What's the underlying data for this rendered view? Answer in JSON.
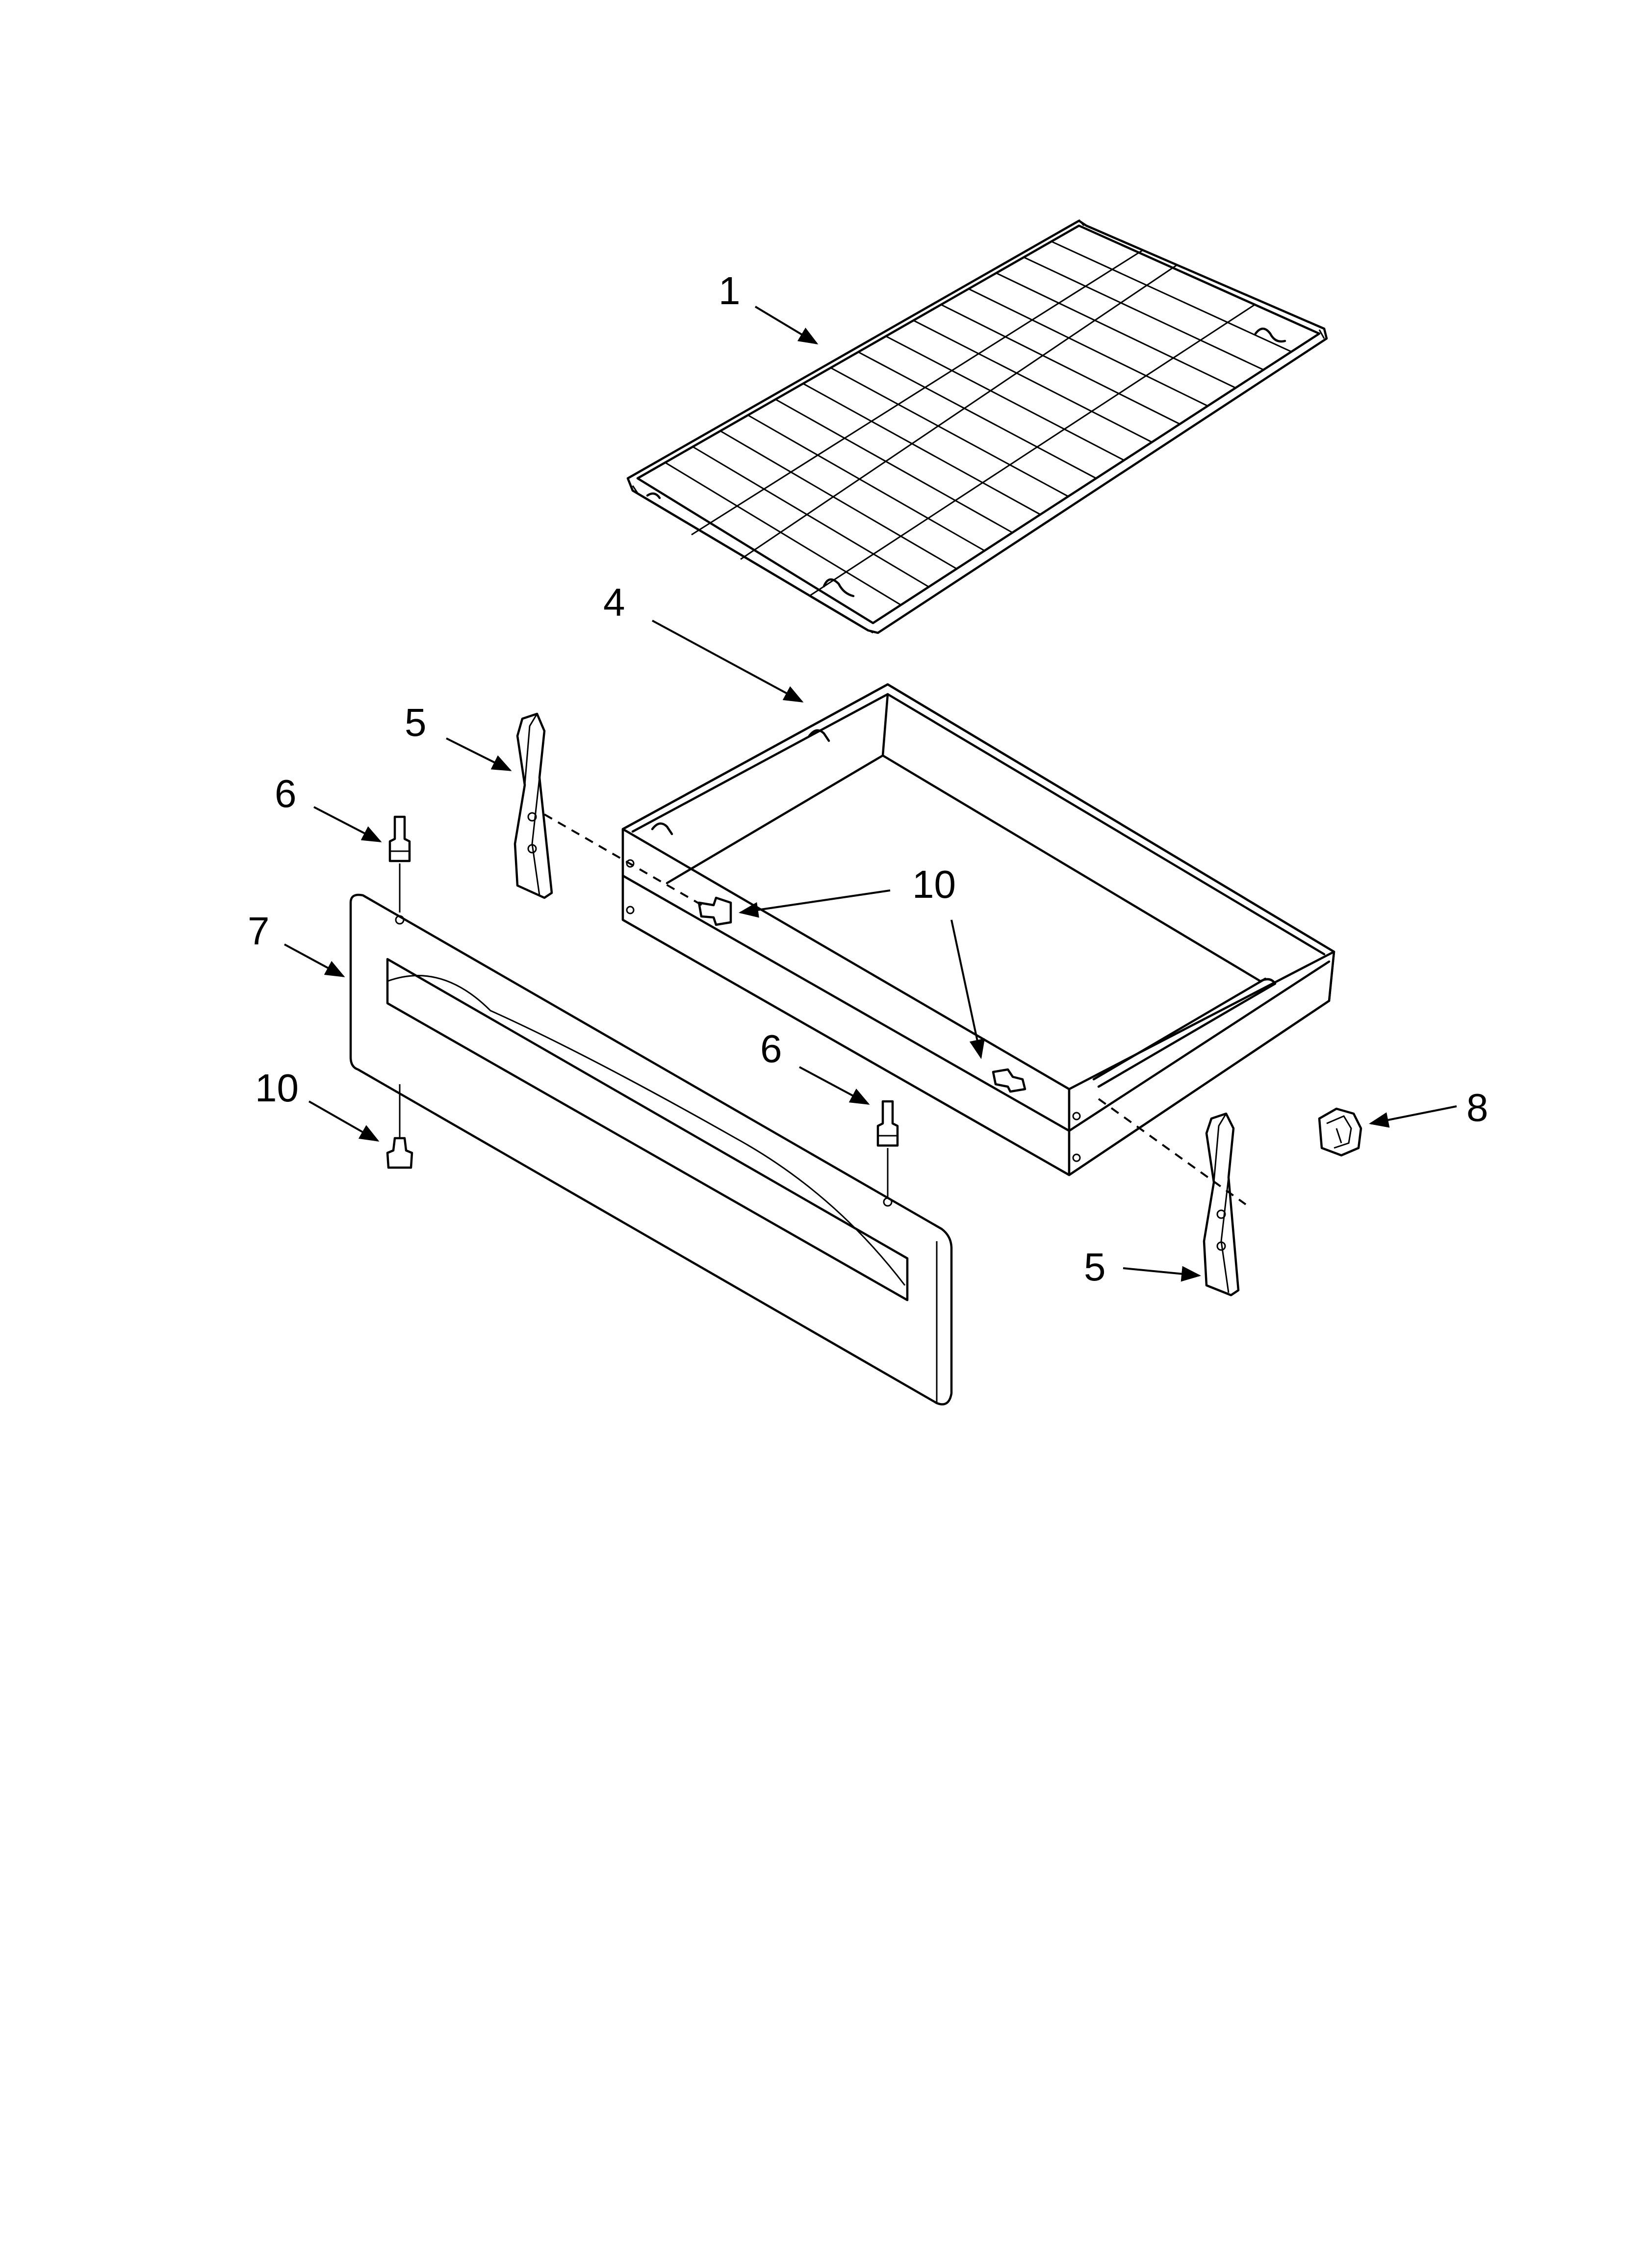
{
  "callouts": [
    {
      "id": "c1",
      "number": "1"
    },
    {
      "id": "c4",
      "number": "4"
    },
    {
      "id": "c5a",
      "number": "5"
    },
    {
      "id": "c5b",
      "number": "5"
    },
    {
      "id": "c6a",
      "number": "6"
    },
    {
      "id": "c6b",
      "number": "6"
    },
    {
      "id": "c7",
      "number": "7"
    },
    {
      "id": "c8",
      "number": "8"
    },
    {
      "id": "c10a",
      "number": "10"
    },
    {
      "id": "c10b",
      "number": "10"
    }
  ],
  "colors": {
    "line": "#000000",
    "background": "#ffffff"
  }
}
